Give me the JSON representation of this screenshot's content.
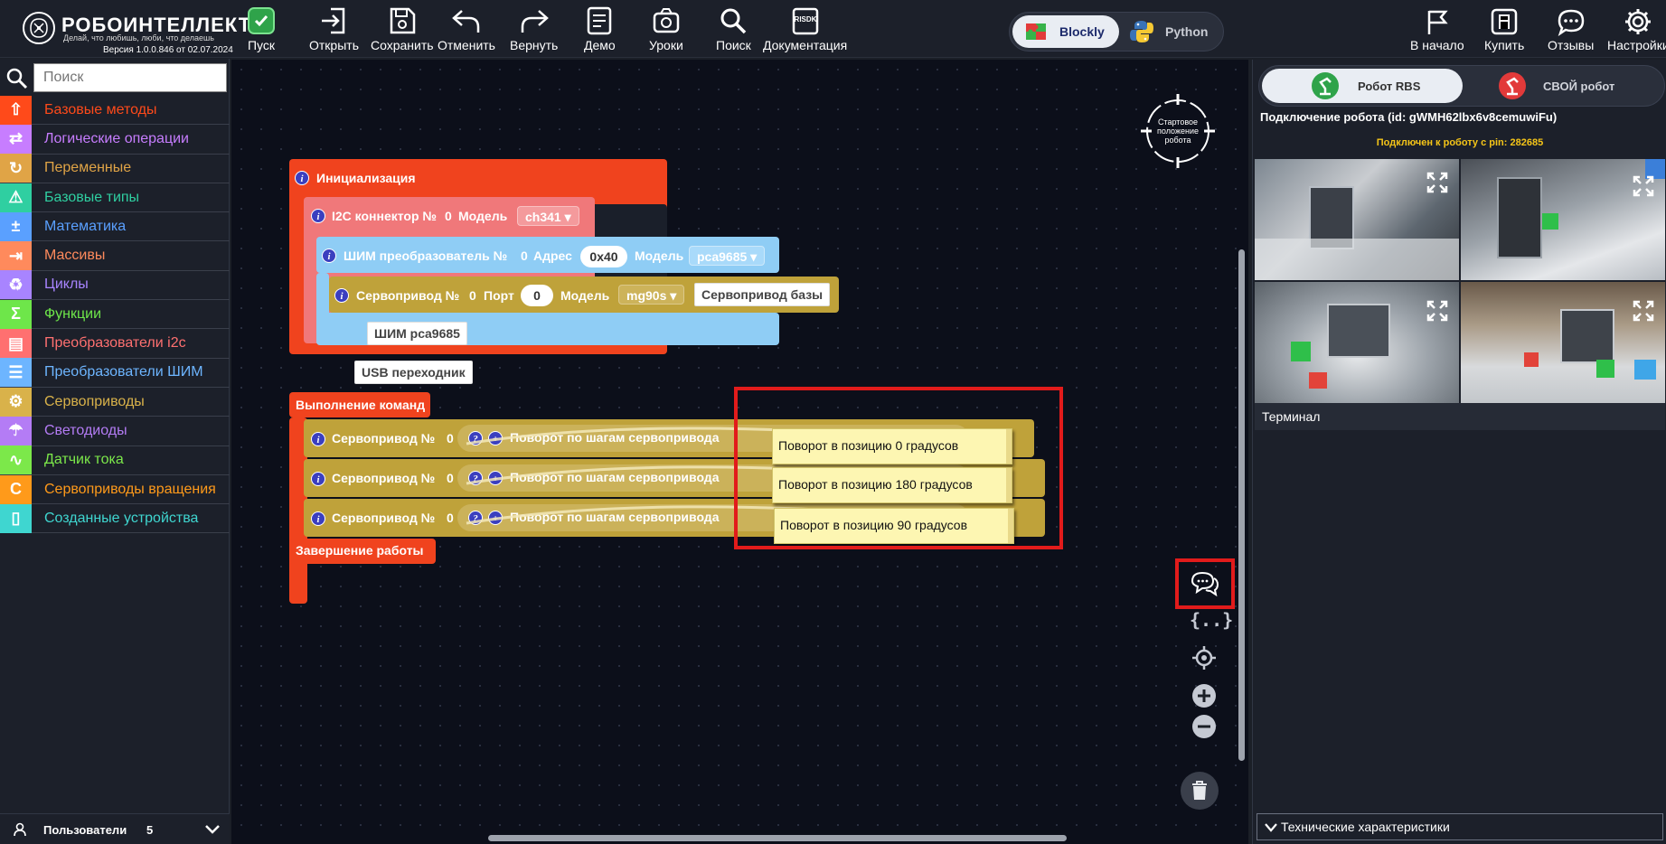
{
  "brand": {
    "name": "РОБОИНТЕЛЛЕКТ",
    "slogan": "Делай, что любишь, люби, что делаешь",
    "version": "Версия 1.0.0.846 от 02.07.2024"
  },
  "toolbar": {
    "run": "Пуск",
    "open": "Открыть",
    "save": "Сохранить",
    "undo": "Отменить",
    "redo": "Вернуть",
    "demo": "Демо",
    "lessons": "Уроки",
    "search": "Поиск",
    "docs": "Документация",
    "docs_icon_text": "RISDK"
  },
  "mode_switch": {
    "blockly": "Blockly",
    "python": "Python",
    "active": "Blockly"
  },
  "top_right": {
    "home": "В начало",
    "buy": "Купить",
    "feedback": "Отзывы",
    "settings": "Настройки"
  },
  "sidebar": {
    "search_placeholder": "Поиск",
    "categories": [
      {
        "label": "Базовые методы",
        "color": "#ff4a1a",
        "icon": "upload-icon"
      },
      {
        "label": "Логические операции",
        "color": "#c77dff",
        "icon": "logic-icon"
      },
      {
        "label": "Переменные",
        "color": "#e0a446",
        "icon": "variables-icon"
      },
      {
        "label": "Базовые типы",
        "color": "#2fcfa1",
        "icon": "types-icon"
      },
      {
        "label": "Математика",
        "color": "#5aa0ff",
        "icon": "math-icon"
      },
      {
        "label": "Массивы",
        "color": "#ff8a5c",
        "icon": "arrays-icon"
      },
      {
        "label": "Циклы",
        "color": "#a884ff",
        "icon": "loops-icon"
      },
      {
        "label": "Функции",
        "color": "#6ee64a",
        "icon": "functions-icon"
      },
      {
        "label": "Преобразователи i2c",
        "color": "#ff7070",
        "icon": "i2c-icon"
      },
      {
        "label": "Преобразователи ШИМ",
        "color": "#6db5ff",
        "icon": "pwm-icon"
      },
      {
        "label": "Сервоприводы",
        "color": "#d9b24a",
        "icon": "servo-icon"
      },
      {
        "label": "Светодиоды",
        "color": "#b47cf5",
        "icon": "led-icon"
      },
      {
        "label": "Датчик тока",
        "color": "#7ce84a",
        "icon": "current-sensor-icon"
      },
      {
        "label": "Сервоприводы вращения",
        "color": "#ff9a1a",
        "icon": "rotation-servo-icon"
      },
      {
        "label": "Созданные устройства",
        "color": "#3fd6d0",
        "icon": "devices-icon"
      }
    ],
    "users_label": "Пользователи",
    "users_count": "5"
  },
  "workspace": {
    "start_position": "Стартовое положение робота",
    "init_block": "Инициализация",
    "i2c": {
      "label": "I2C коннектор №",
      "num": "0",
      "model_label": "Модель",
      "model": "ch341"
    },
    "pwm": {
      "label": "ШИМ преобразователь №",
      "num": "0",
      "addr_label": "Адрес",
      "addr": "0x40",
      "model_label": "Модель",
      "model": "pca9685"
    },
    "servo_init": {
      "label": "Сервопривод №",
      "num": "0",
      "port_label": "Порт",
      "port": "0",
      "model_label": "Модель",
      "model": "mg90s",
      "name": "Сервопривод базы"
    },
    "pwm_name": "ШИМ pca9685",
    "usb_name": "USB переходник",
    "exec_block": "Выполнение команд",
    "finish_block": "Завершение работы",
    "commands": [
      {
        "label": "Сервопривод №",
        "num": "0",
        "action": "Поворот по шагам сервопривода"
      },
      {
        "label": "Сервопривод №",
        "num": "0",
        "action": "Поворот по шагам сервопривода"
      },
      {
        "label": "Сервопривод №",
        "num": "0",
        "action": "Поворот по шагам сервопривода"
      }
    ],
    "comments": [
      "Поворот в позицию 0 градусов",
      "Поворот в позицию 180 градусов",
      "Поворот в позицию 90 градусов"
    ],
    "controls": {
      "code": "{..}"
    }
  },
  "robot_panel": {
    "tab_rbs": "Робот RBS",
    "tab_own": "СВОЙ робот",
    "connection": "Подключение робота (id: gWMH62lbx6v8cemuwiFu)",
    "pin": "Подключен к роботу с pin: 282685",
    "terminal": "Терминал",
    "tech_specs": "Технические характеристики"
  }
}
